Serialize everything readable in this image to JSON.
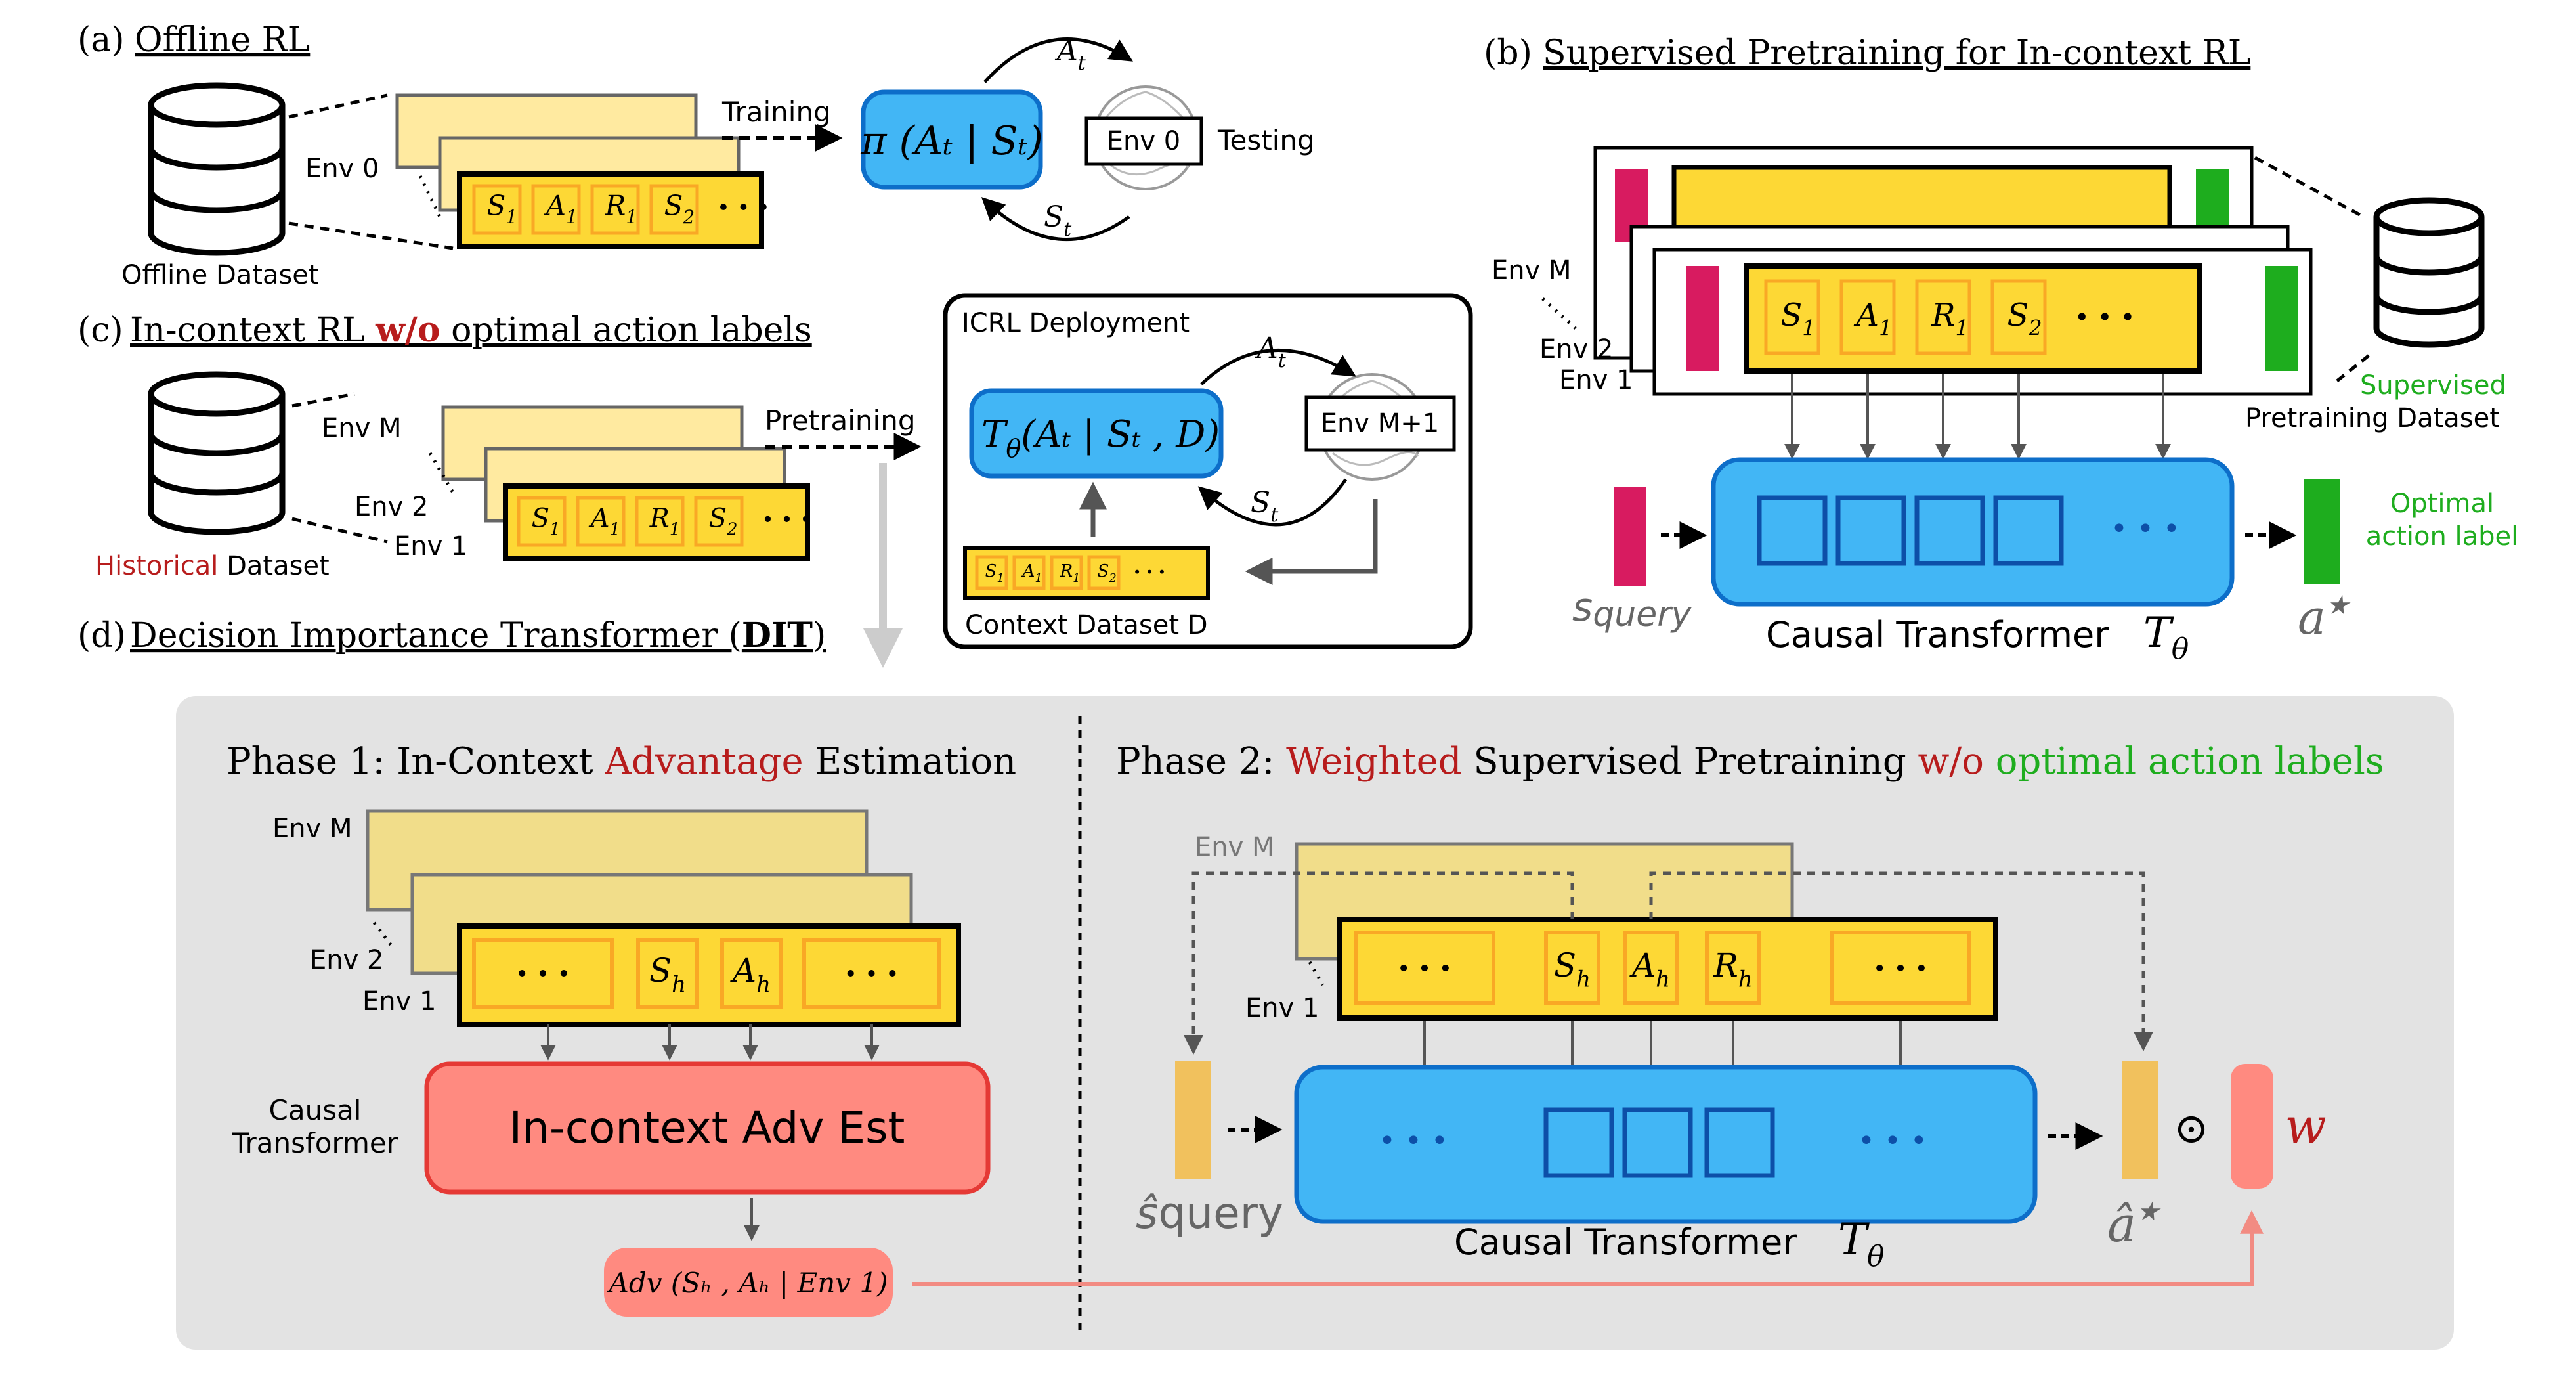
{
  "colors": {
    "yellow": "#fdd835",
    "yellow_border": "#f9a825",
    "yellow_light": "#ffeaa0",
    "blue": "#42b6f5",
    "blue_border": "#0d6ec9",
    "red": "#ff8a80",
    "red_border": "#e53935",
    "dark_red": "#b71c1c",
    "green": "#1ead1e",
    "magenta": "#d81b60",
    "panel_gray": "#e3e3e3",
    "arrow_gray": "#555555",
    "light_yellow_token": "#f1c15d"
  },
  "panel_a": {
    "letter": "(a)",
    "title": "Offline RL",
    "database_label": "Offline Dataset",
    "env_label": "Env 0",
    "tokens": [
      "S",
      "A",
      "R",
      "S"
    ],
    "token_subs": [
      "1",
      "1",
      "1",
      "2"
    ],
    "dots": "• • •",
    "training_label": "Training",
    "policy_label": "π (Aₜ | Sₜ)",
    "env_box_label": "Env 0",
    "testing_label": "Testing",
    "action_label": "A",
    "action_sub": "t",
    "state_label": "S",
    "state_sub": "t"
  },
  "panel_b": {
    "letter": "(b)",
    "title": "Supervised Pretraining for In-context RL",
    "env_labels": [
      "Env M",
      "Env 2",
      "Env 1"
    ],
    "tokens": [
      "S",
      "A",
      "R",
      "S"
    ],
    "token_subs": [
      "1",
      "1",
      "1",
      "2"
    ],
    "dots": "• • •",
    "database_label_1": "Supervised",
    "database_label_2": "Pretraining Dataset",
    "query_label": "s",
    "query_sub": "query",
    "transformer_label": "Causal Transformer",
    "theta_label": "T",
    "theta_sub": "θ",
    "output_label": "a",
    "output_sup": "★",
    "optimal_label_1": "Optimal",
    "optimal_label_2": "action label"
  },
  "panel_c": {
    "letter": "(c)",
    "title_part1": "In-context RL ",
    "title_highlight": "w/o",
    "title_part2": " optimal action labels",
    "database_label_red": "Historical",
    "database_label_black": " Dataset",
    "env_labels": [
      "Env M",
      "Env 2",
      "Env 1"
    ],
    "tokens": [
      "S",
      "A",
      "R",
      "S"
    ],
    "token_subs": [
      "1",
      "1",
      "1",
      "2"
    ],
    "dots": "• • •",
    "pretraining_label": "Pretraining",
    "deployment_title": "ICRL Deployment",
    "model_label": "T",
    "model_sub": "θ",
    "model_rest": "(Aₜ | Sₜ , D)",
    "env_box_label": "Env M+1",
    "action_label": "A",
    "action_sub": "t",
    "state_label": "S",
    "state_sub": "t",
    "context_label": "Context Dataset D"
  },
  "panel_d": {
    "letter": "(d)",
    "title_part1": "Decision Importance Transformer (",
    "title_bold": "DIT",
    "title_part2": ")",
    "phase1_prefix": "Phase 1: In-Context ",
    "phase1_highlight": "Advantage",
    "phase1_suffix": " Estimation",
    "phase1_env_labels": [
      "Env M",
      "Env 2",
      "Env 1"
    ],
    "phase1_tokens": [
      "• • •",
      "S",
      "A",
      "• • •"
    ],
    "phase1_token_subs": [
      "",
      "h",
      "h",
      ""
    ],
    "phase1_side_label_1": "Causal",
    "phase1_side_label_2": "Transformer",
    "phase1_block_label": "In-context Adv Est",
    "adv_output_label": "Adv (Sₕ , Aₕ | Env 1)",
    "phase2_prefix": "Phase 2: ",
    "phase2_red1": "Weighted",
    "phase2_mid": " Supervised Pretraining ",
    "phase2_red2": "w/o",
    "phase2_green": " optimal action labels",
    "phase2_env_labels": [
      "Env M",
      "Env 1"
    ],
    "phase2_tokens": [
      "• • •",
      "S",
      "A",
      "R",
      "• • •"
    ],
    "phase2_token_subs": [
      "",
      "h",
      "h",
      "h",
      ""
    ],
    "query_label": "ŝ",
    "query_sub": "query",
    "transformer_label": "Causal Transformer",
    "theta_label": "T",
    "theta_sub": "θ",
    "output_label": "â",
    "output_sup": "★",
    "odot": "⊙",
    "weight_label": "w",
    "dots": "• • •"
  }
}
